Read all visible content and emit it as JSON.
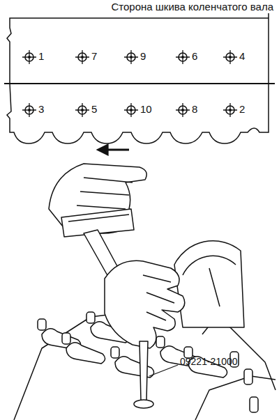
{
  "diagram": {
    "labels": [
      "Сторона шкива коленчатого вала",
      "1",
      "7",
      "9",
      "6",
      "4",
      "3",
      "5",
      "10",
      "8",
      "2",
      "09221-21000"
    ]
  }
}
